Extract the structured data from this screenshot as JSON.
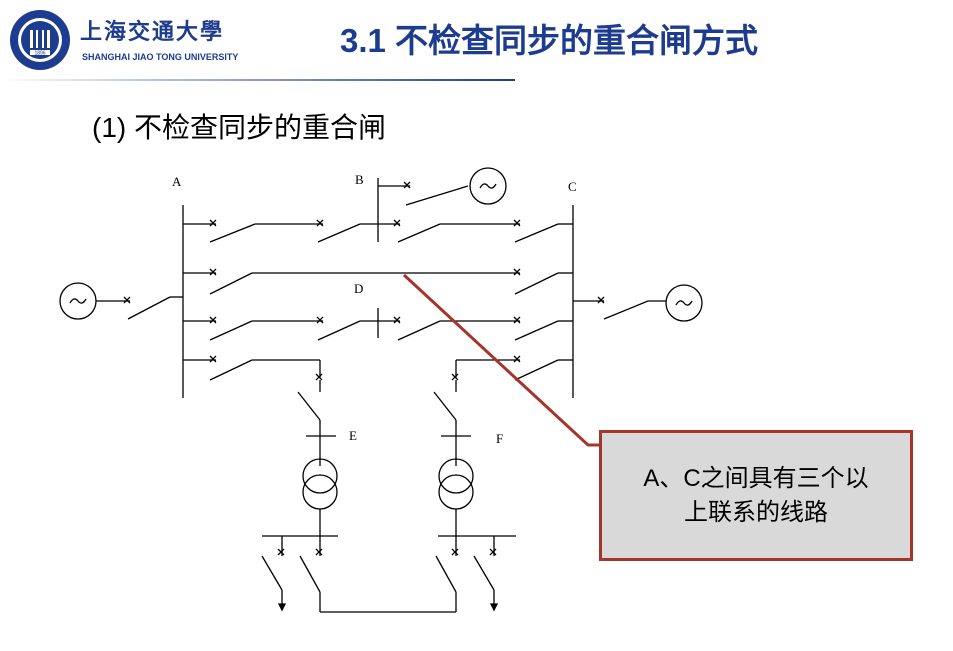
{
  "header": {
    "logo_cn": "上海交通大學",
    "logo_en": "SHANGHAI JIAO TONG UNIVERSITY",
    "logo_year": "1896",
    "title": "3.1 不检查同步的重合闸方式"
  },
  "subtitle": "(1) 不检查同步的重合闸",
  "diagram": {
    "labels": {
      "a": "A",
      "b": "B",
      "c": "C",
      "d": "D",
      "e": "E",
      "f": "F"
    },
    "generator_symbol": "~"
  },
  "callout": {
    "line1": "A、C之间具有三个以",
    "line2": "上联系的线路"
  },
  "colors": {
    "brand": "#1d3c8f",
    "callout_border": "#a5352b",
    "callout_fill": "#d9d9d9"
  }
}
